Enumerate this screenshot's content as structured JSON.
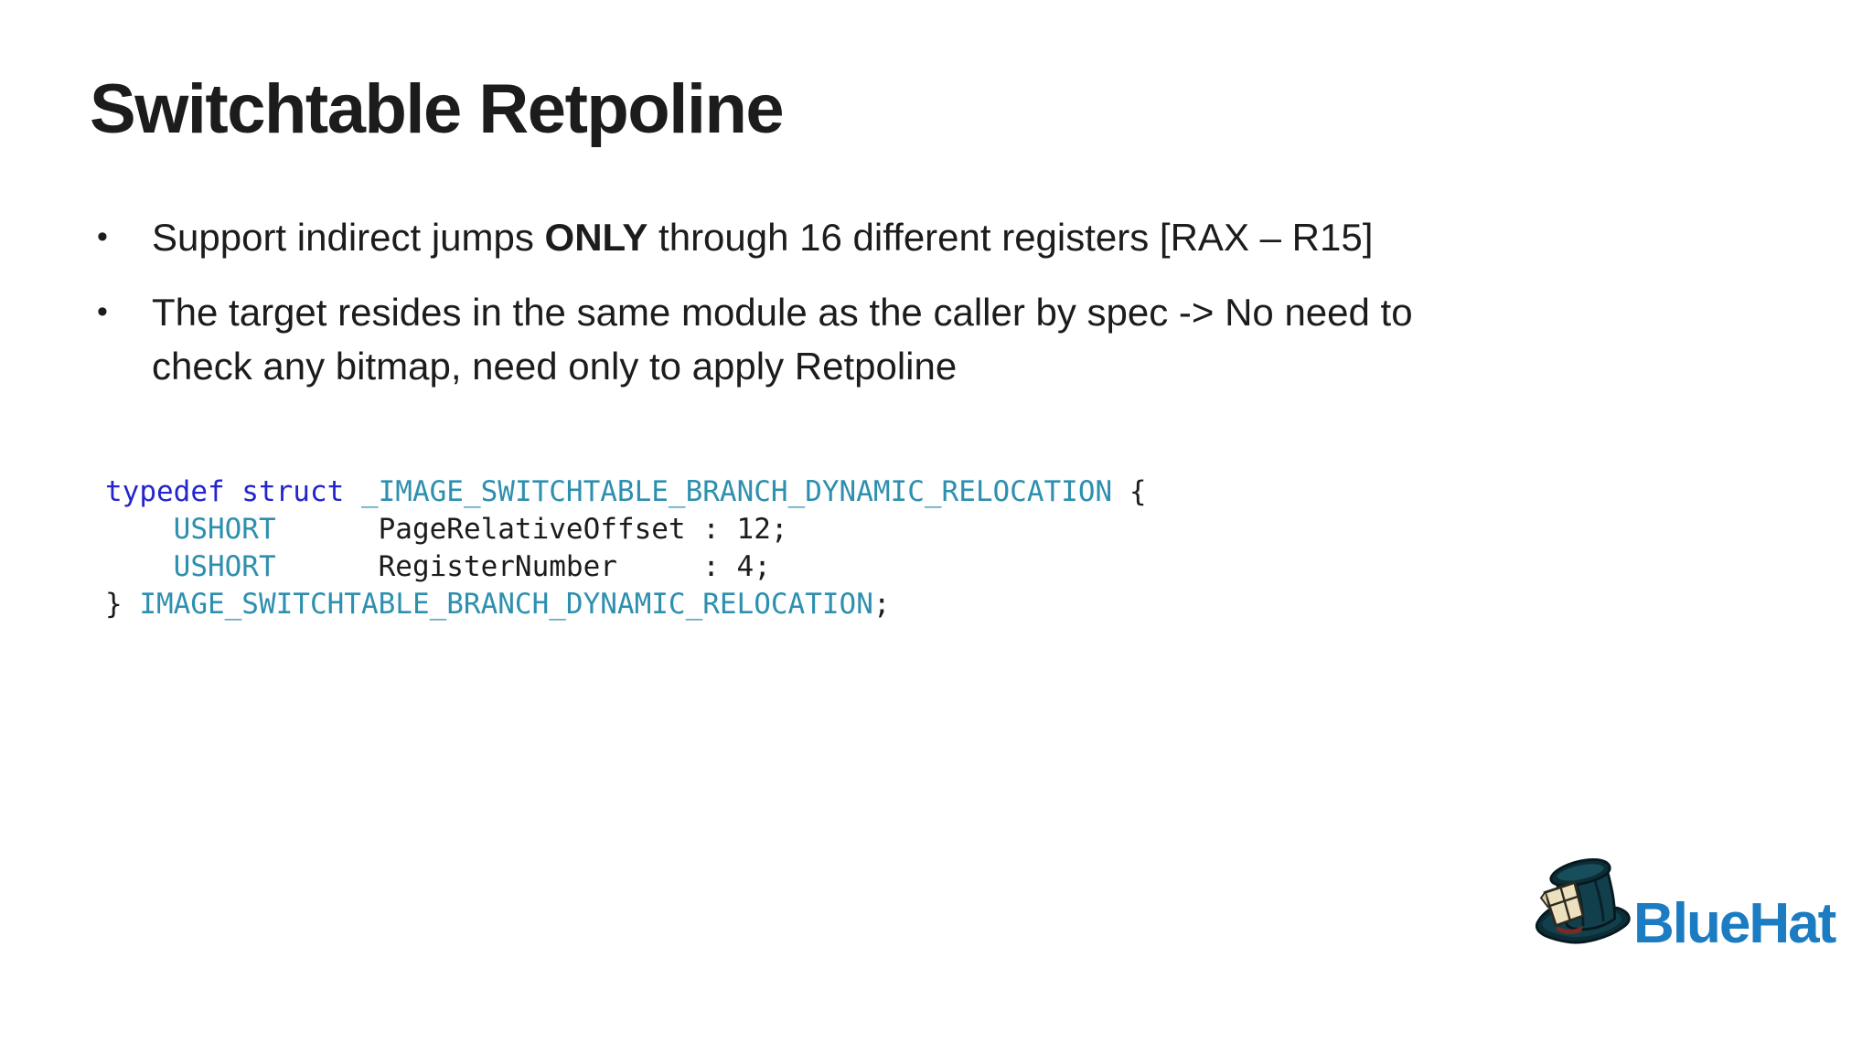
{
  "colors": {
    "text": "#1c1c1c",
    "keyword": "#2525cc",
    "type": "#2e8faf",
    "brand": "#1b7cc2",
    "bg": "#ffffff"
  },
  "slide": {
    "title": "Switchtable Retpoline",
    "bullet_char": "•",
    "bullet1": {
      "seg1": "Support indirect jumps ",
      "seg2": "ONLY",
      "seg3": " through 16 different registers [RAX – R15]"
    },
    "bullet2": {
      "line1": "The target resides in the same module as the caller by spec -> No need to",
      "line2": "check any bitmap, need only to apply Retpoline"
    }
  },
  "code": {
    "lines": [
      {
        "segments": [
          {
            "text": "typedef struct",
            "style": "keyword"
          },
          {
            "text": " ",
            "style": "plain"
          },
          {
            "text": "_IMAGE_SWITCHTABLE_BRANCH_DYNAMIC_RELOCATION",
            "style": "type"
          },
          {
            "text": " {",
            "style": "plain"
          }
        ]
      },
      {
        "segments": [
          {
            "text": "    ",
            "style": "plain"
          },
          {
            "text": "USHORT",
            "style": "type"
          },
          {
            "text": "      PageRelativeOffset : 12;",
            "style": "plain"
          }
        ]
      },
      {
        "segments": [
          {
            "text": "    ",
            "style": "plain"
          },
          {
            "text": "USHORT",
            "style": "type"
          },
          {
            "text": "      RegisterNumber     : 4;",
            "style": "plain"
          }
        ]
      },
      {
        "segments": [
          {
            "text": "} ",
            "style": "plain"
          },
          {
            "text": "IMAGE_SWITCHTABLE_BRANCH_DYNAMIC_RELOCATION",
            "style": "type"
          },
          {
            "text": ";",
            "style": "plain"
          }
        ]
      }
    ]
  },
  "logo": {
    "text": "BlueHat",
    "icon": "top-hat-icon"
  }
}
